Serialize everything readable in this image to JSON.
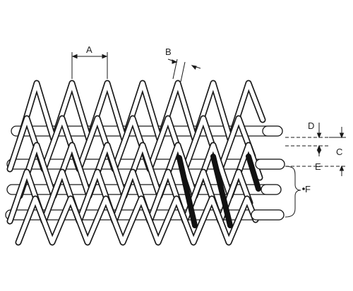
{
  "labels": {
    "a": "A",
    "b": "B",
    "c": "C",
    "d": "D",
    "e": "E",
    "f": "F"
  },
  "colors": {
    "line": "#1a1a1a",
    "fill": "#ffffff",
    "highlight": "#111111",
    "background": "#ffffff"
  }
}
